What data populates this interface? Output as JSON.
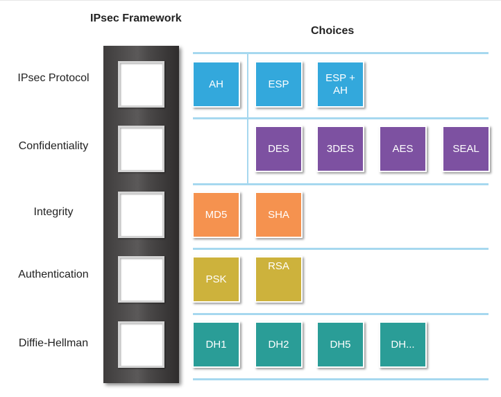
{
  "header": {
    "framework_title": "IPsec Framework",
    "choices_title": "Choices"
  },
  "rows": [
    {
      "label": "IPsec Protocol",
      "color": "#33a8dc",
      "options": [
        "AH",
        "ESP",
        "ESP +\nAH"
      ]
    },
    {
      "label": "Confidentiality",
      "color": "#7d51a1",
      "options": [
        "DES",
        "3DES",
        "AES",
        "SEAL"
      ]
    },
    {
      "label": "Integrity",
      "color": "#f5924f",
      "options": [
        "MD5",
        "SHA"
      ]
    },
    {
      "label": "Authentication",
      "color": "#cdb23c",
      "options": [
        "PSK",
        "RSA"
      ]
    },
    {
      "label": "Diffie-Hellman",
      "color": "#2a9d97",
      "options": [
        "DH1",
        "DH2",
        "DH5",
        "DH..."
      ]
    }
  ]
}
